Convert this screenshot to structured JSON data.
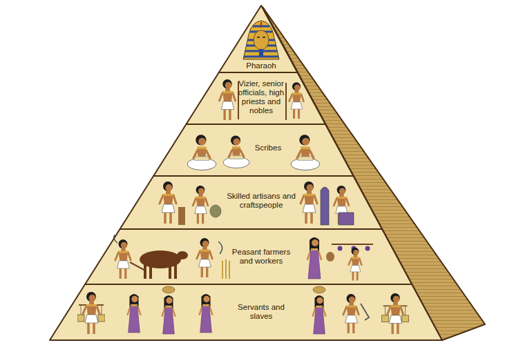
{
  "diagram": {
    "nodes": [
      {
        "text": [
          "Pharaoh"
        ]
      },
      {
        "text": [
          "Vizier, senior officials, high priests and nobles"
        ]
      },
      {
        "text": [
          "Scribes"
        ]
      },
      {
        "text": [
          "Skilled artisans and craftspeople"
        ]
      },
      {
        "text": [
          "Peasant farmers and workers"
        ]
      },
      {
        "text": [
          "Servants and slaves"
        ]
      }
    ]
  }
}
